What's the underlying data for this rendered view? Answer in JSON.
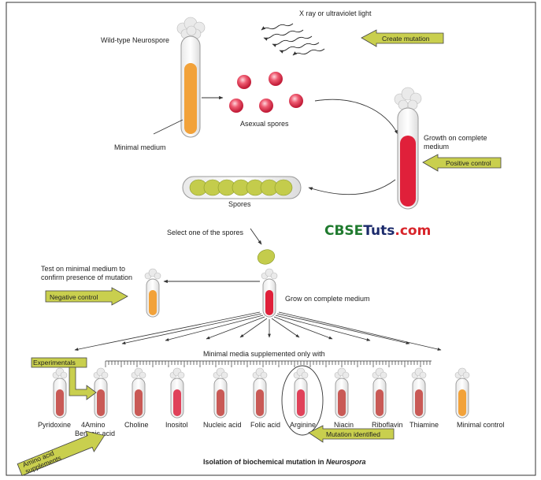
{
  "diagram": {
    "caption_prefix": "Isolation of biochemical mutation in ",
    "caption_italic": "Neurospora",
    "labels": {
      "wild_type": "Wild-type Neurospore",
      "minimal_medium": "Minimal medium",
      "xray": "X ray or ultraviolet light",
      "asexual_spores": "Asexual spores",
      "growth_line1": "Growth on complete",
      "growth_line2": "medium",
      "spores": "Spores",
      "select_spore": "Select one of the spores",
      "test_line1": "Test on minimal medium to",
      "test_line2": "confirm presence of mutation",
      "grow_complete": "Grow on complete medium",
      "supplemented": "Minimal media supplemented only with"
    },
    "tags": {
      "create_mutation": "Create mutation",
      "positive_control": "Positive control",
      "negative_control": "Negative control",
      "experimentals": "Experimentals",
      "mutation_identified": "Mutation identified",
      "amino_line1": "Amino acid",
      "amino_line2": "supplements"
    },
    "brand": {
      "part1": "CBSE",
      "part2": "Tuts",
      "part3": ".com"
    },
    "tubes": [
      {
        "label": "Pyridoxine"
      },
      {
        "label": "4Amino",
        "label2": "Benzoic acid"
      },
      {
        "label": "Choline"
      },
      {
        "label": "Inositol"
      },
      {
        "label": "Nucleic acid"
      },
      {
        "label": "Folic acid"
      },
      {
        "label": "Arginine"
      },
      {
        "label": "Niacin"
      },
      {
        "label": "Riboflavin"
      },
      {
        "label": "Thiamine"
      },
      {
        "label": "Minimal control"
      }
    ],
    "colors": {
      "orange_medium": "#f2a23a",
      "red_medium": "#e0203a",
      "dull_red": "#c95a56",
      "spore_pink": "#e8405a",
      "spore_green": "#c4cc4c",
      "arrow_tag": "#c9cf4e",
      "brand_green": "#1f7a2e",
      "brand_dark": "#1b2a6b",
      "brand_red": "#d8252b"
    },
    "icons": [
      "tube-icon",
      "cotton-plug-icon",
      "spore-icon",
      "uv-ray-icon",
      "block-arrow-icon"
    ]
  }
}
